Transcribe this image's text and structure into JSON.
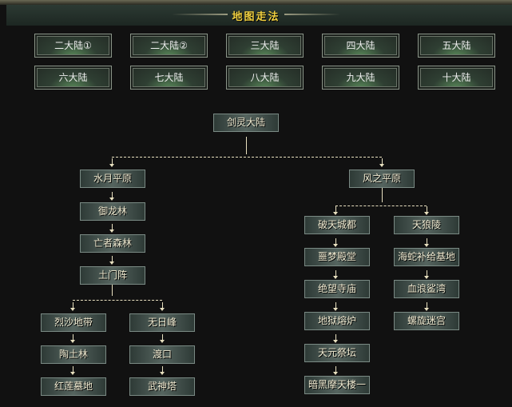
{
  "title": "地图走法",
  "continents": [
    "二大陆①",
    "二大陆②",
    "三大陆",
    "四大陆",
    "五大陆",
    "六大陆",
    "七大陆",
    "八大陆",
    "九大陆",
    "十大陆"
  ],
  "tree": {
    "root": "剑灵大陆",
    "left": {
      "name": "水月平原",
      "chain": [
        "御龙林",
        "亡者森林",
        "土门阵"
      ],
      "branch_a": [
        "烈沙地带",
        "陶土林",
        "红莲墓地"
      ],
      "branch_b": [
        "无日峰",
        "渡口",
        "武神塔"
      ]
    },
    "right": {
      "name": "风之平原",
      "branch_a": [
        "破天城都",
        "噩梦殿堂",
        "绝望寺庙",
        "地狱熔炉",
        "天元祭坛",
        "暗黑摩天楼一"
      ],
      "branch_b": [
        "天狼陵",
        "海蛇补给基地",
        "血浪鲨湾",
        "螺旋迷宫"
      ]
    }
  }
}
